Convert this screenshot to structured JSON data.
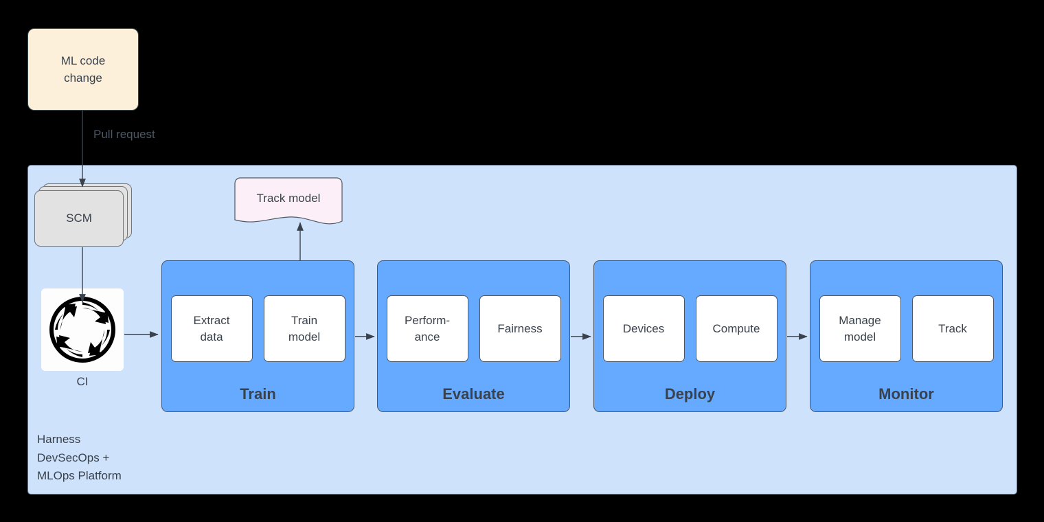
{
  "diagram": {
    "title": "Harness DevSecOps + MLOps Platform ML pipeline",
    "colors": {
      "background": "#000000",
      "platform_fill": "#cfe2fc",
      "stage_fill": "#66aaff",
      "substep_fill": "#ffffff",
      "ml_code_fill": "#fcf0db",
      "scm_fill": "#e2e2e2",
      "note_fill": "#fceff7",
      "stroke": "#4c5763",
      "text": "#39424c"
    }
  },
  "ml_code_change": {
    "label": "ML code\nchange",
    "name": "ML code change"
  },
  "edges": {
    "pull_request": "Pull request"
  },
  "scm": {
    "label": "SCM"
  },
  "ci": {
    "label": "CI",
    "icon": "continuous-integration-cycle-icon"
  },
  "track_note": {
    "label": "Track model"
  },
  "platform": {
    "caption": "Harness\nDevSecOps +\nMLOps Platform"
  },
  "stages": [
    {
      "id": "train",
      "title": "Train",
      "substeps": [
        {
          "label": "Extract\ndata"
        },
        {
          "label": "Train\nmodel"
        }
      ]
    },
    {
      "id": "evaluate",
      "title": "Evaluate",
      "substeps": [
        {
          "label": "Perform-\nance"
        },
        {
          "label": "Fairness"
        }
      ]
    },
    {
      "id": "deploy",
      "title": "Deploy",
      "substeps": [
        {
          "label": "Devices"
        },
        {
          "label": "Compute"
        }
      ]
    },
    {
      "id": "monitor",
      "title": "Monitor",
      "substeps": [
        {
          "label": "Manage\nmodel"
        },
        {
          "label": "Track"
        }
      ]
    }
  ]
}
